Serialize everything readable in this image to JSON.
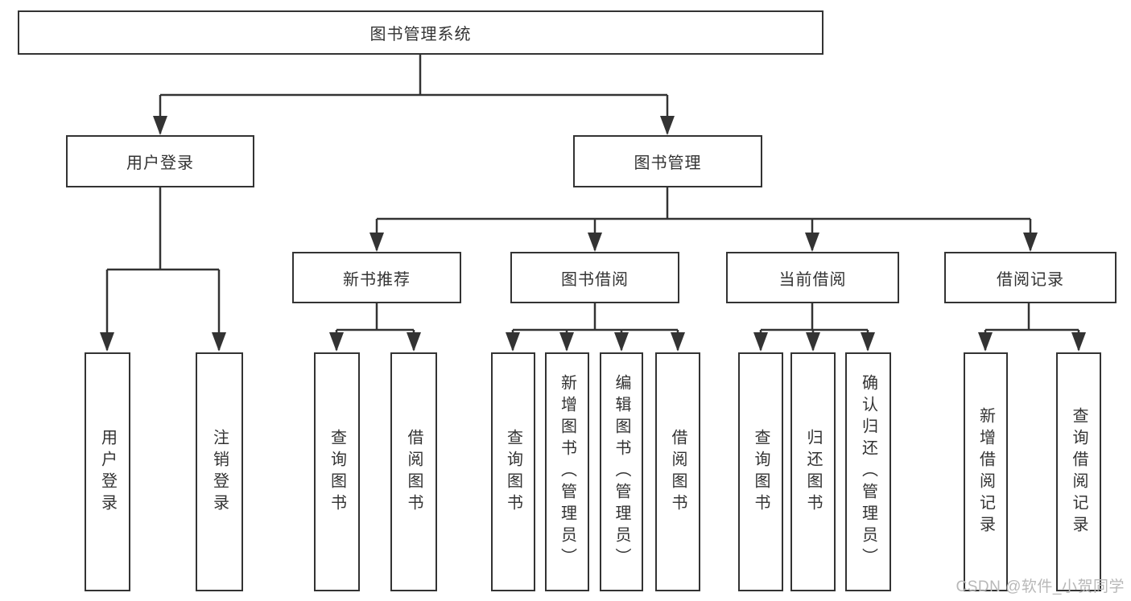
{
  "diagram_type": "hierarchy-flowchart",
  "colors": {
    "line": "#333333",
    "box_border": "#333333",
    "box_fill": "#ffffff",
    "text": "#333333",
    "watermark_text": "#b8b8b8",
    "background": "#ffffff"
  },
  "tree": {
    "label": "图书管理系统",
    "children": [
      {
        "label": "用户登录",
        "children": [
          {
            "label": "用户登录"
          },
          {
            "label": "注销登录"
          }
        ]
      },
      {
        "label": "图书管理",
        "children": [
          {
            "label": "新书推荐",
            "children": [
              {
                "label": "查询图书"
              },
              {
                "label": "借阅图书"
              }
            ]
          },
          {
            "label": "图书借阅",
            "children": [
              {
                "label": "查询图书"
              },
              {
                "label": "新增图书（管理员）"
              },
              {
                "label": "编辑图书（管理员）"
              },
              {
                "label": "借阅图书"
              }
            ]
          },
          {
            "label": "当前借阅",
            "children": [
              {
                "label": "查询图书"
              },
              {
                "label": "归还图书"
              },
              {
                "label": "确认归还（管理员）"
              }
            ]
          },
          {
            "label": "借阅记录",
            "children": [
              {
                "label": "新增借阅记录"
              },
              {
                "label": "查询借阅记录"
              }
            ]
          }
        ]
      }
    ]
  },
  "watermark": {
    "text": "CSDN @软件_小贺同学"
  }
}
